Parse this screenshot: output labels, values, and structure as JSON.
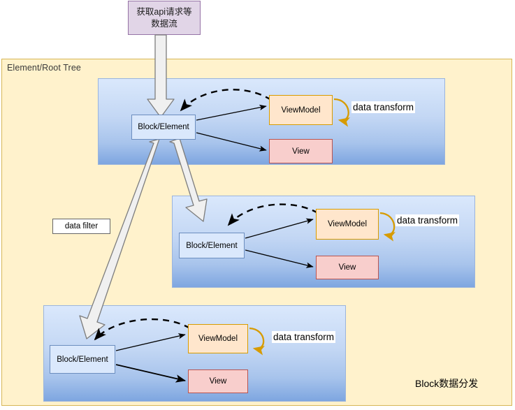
{
  "diagram": {
    "title_caption": "Block数据分发",
    "outer_group_label": "Element/Root Tree",
    "source_box_label": "获取api请求等\n数据流",
    "filter_label": "data filter",
    "colors": {
      "outer_fill": "#fff2cc",
      "outer_stroke": "#d6b656",
      "source_fill": "#e1d5e7",
      "source_stroke": "#9673a6",
      "group_fill_top": "#dae8fc",
      "group_fill_bottom": "#7ea6e0",
      "block_fill": "#dae8fc",
      "block_stroke": "#6c8ebf",
      "viewmodel_fill": "#ffe6cc",
      "viewmodel_stroke": "#d79b00",
      "view_fill": "#f8cecc",
      "view_stroke": "#b85450",
      "transform_arrow": "#d79b00",
      "edge_stroke": "#000000",
      "block_arrow_fill": "#f0f0f0",
      "block_arrow_stroke": "#808080"
    },
    "groups": [
      {
        "id": "group1",
        "block_label": "Block/Element",
        "viewmodel_label": "ViewModel",
        "view_label": "View",
        "transform_label": "data transform"
      },
      {
        "id": "group2",
        "block_label": "Block/Element",
        "viewmodel_label": "ViewModel",
        "view_label": "View",
        "transform_label": "data transform"
      },
      {
        "id": "group3",
        "block_label": "Block/Element",
        "viewmodel_label": "ViewModel",
        "view_label": "View",
        "transform_label": "data transform"
      }
    ]
  }
}
